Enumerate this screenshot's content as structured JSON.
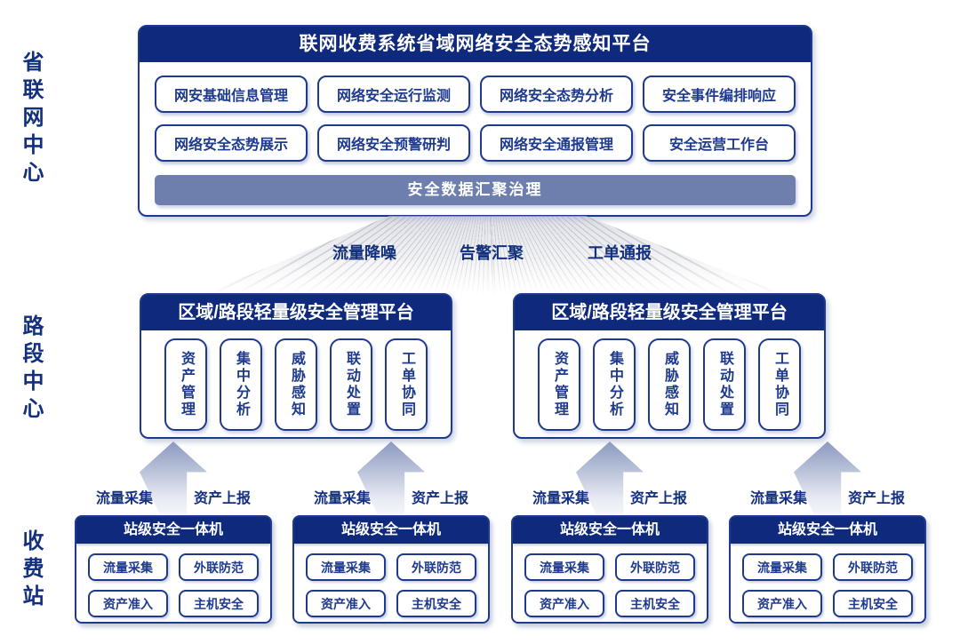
{
  "colors": {
    "navy_header": "#0f2a7d",
    "outline_navy": "#1e3a8f",
    "slate_bar": "#6e7fae",
    "arrow_gradient_top": "#8c99c0",
    "arrow_gradient_bottom": "#f5f6fa"
  },
  "side_labels": [
    {
      "text": "省联网中心"
    },
    {
      "text": "路段中心"
    },
    {
      "text": "收费站"
    }
  ],
  "province_platform": {
    "title": "联网收费系统省域网络安全态势感知平台",
    "modules": [
      "网安基础信息管理",
      "网络安全运行监测",
      "网络安全态势分析",
      "安全事件编排响应",
      "网络安全态势展示",
      "网络安全预警研判",
      "网络安全通报管理",
      "安全运营工作台"
    ],
    "data_bar": "安全数据汇聚治理"
  },
  "flow_labels": [
    {
      "text": "流量降噪"
    },
    {
      "text": "告警汇聚"
    },
    {
      "text": "工单通报"
    }
  ],
  "section_platforms": [
    {
      "title": "区域/路段轻量级安全管理平台",
      "capabilities": [
        "资产管理",
        "集中分析",
        "威胁感知",
        "联动处置",
        "工单协同"
      ]
    },
    {
      "title": "区域/路段轻量级安全管理平台",
      "capabilities": [
        "资产管理",
        "集中分析",
        "威胁感知",
        "联动处置",
        "工单协同"
      ]
    }
  ],
  "upload_labels": {
    "left": "流量采集",
    "right": "资产上报"
  },
  "stations": [
    {
      "title": "站级安全一体机",
      "modules": [
        "流量采集",
        "外联防范",
        "资产准入",
        "主机安全"
      ]
    },
    {
      "title": "站级安全一体机",
      "modules": [
        "流量采集",
        "外联防范",
        "资产准入",
        "主机安全"
      ]
    },
    {
      "title": "站级安全一体机",
      "modules": [
        "流量采集",
        "外联防范",
        "资产准入",
        "主机安全"
      ]
    },
    {
      "title": "站级安全一体机",
      "modules": [
        "流量采集",
        "外联防范",
        "资产准入",
        "主机安全"
      ]
    }
  ]
}
